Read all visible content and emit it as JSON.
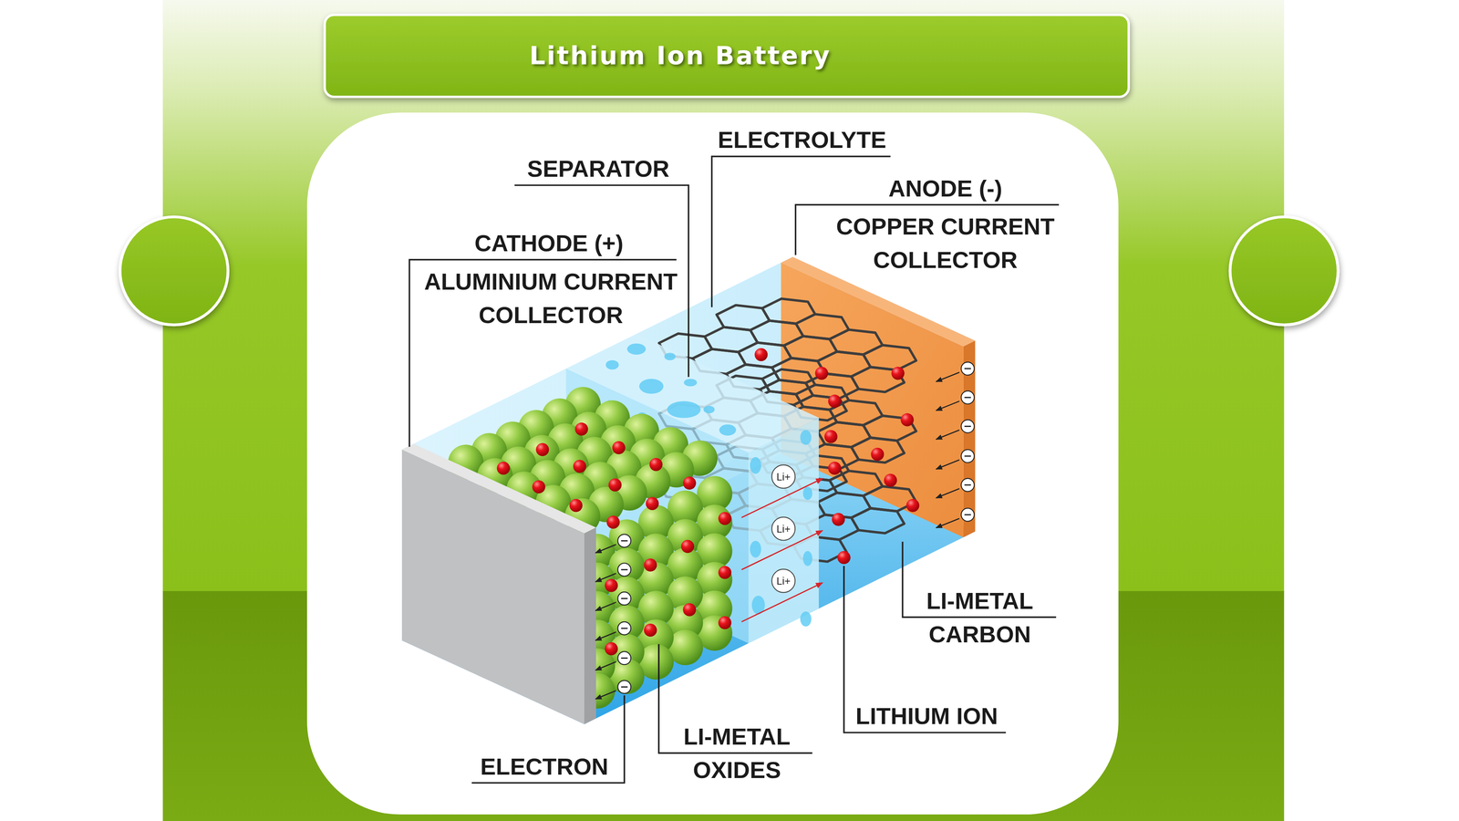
{
  "diagram": {
    "title": "Lithium Ion Battery",
    "nodes": [
      {
        "text": [
          "Li+"
        ]
      },
      {
        "text": [
          "Li+"
        ]
      },
      {
        "text": [
          "Li+"
        ]
      }
    ],
    "labels": [
      "ELECTROLYTE",
      "SEPARATOR",
      "ANODE (-)",
      "COPPER CURRENT COLLECTOR",
      "CATHODE (+)",
      "ALUMINIUM CURRENT COLLECTOR",
      "LI-METAL",
      "CARBON",
      "LITHIUM ION",
      "LI-METAL",
      "OXIDES",
      "ELECTRON"
    ]
  }
}
